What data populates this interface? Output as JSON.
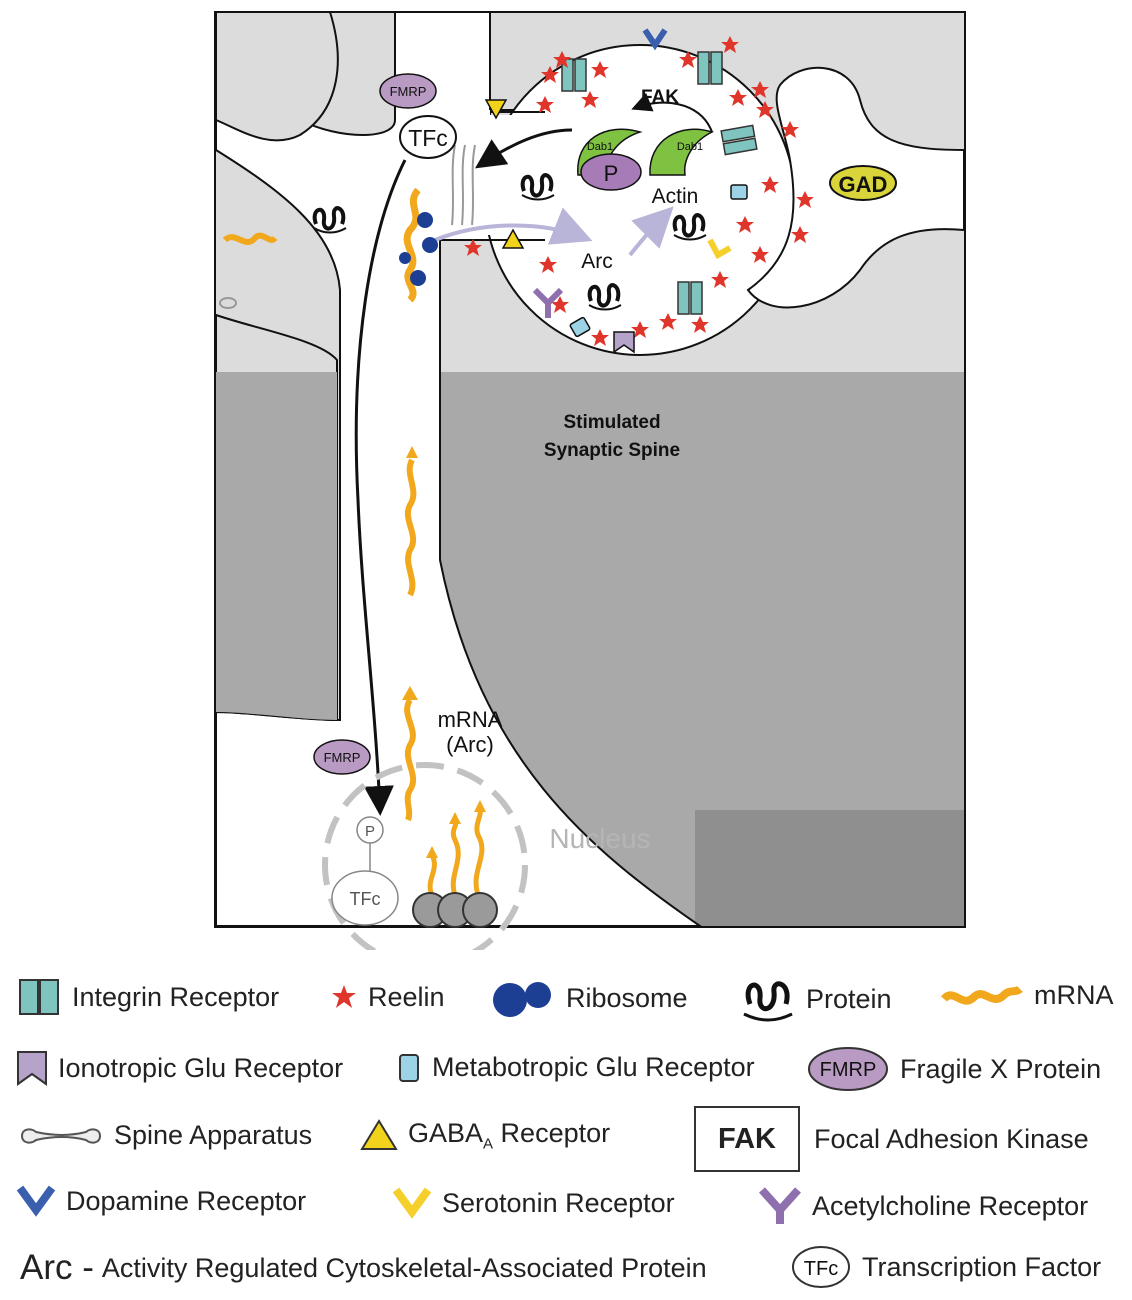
{
  "diagram": {
    "labels": {
      "fmrp_top": "FMRP",
      "tfc_top": "TFc",
      "fak": "FAK",
      "dab1_left": "Dab1",
      "dab1_right": "Dab1",
      "p_center": "P",
      "actin": "Actin",
      "arc": "Arc",
      "gad": "GAD",
      "stimulated_line1": "Stimulated",
      "stimulated_line2": "Synaptic Spine",
      "mrna_line1": "mRNA",
      "mrna_line2": "(Arc)",
      "fmrp_bottom": "FMRP",
      "p_bottom": "P",
      "tfc_bottom": "TFc",
      "nucleus": "Nucleus"
    }
  },
  "legend": {
    "integrin": "Integrin Receptor",
    "reelin": "Reelin",
    "ribosome": "Ribosome",
    "protein": "Protein",
    "mrna": "mRNA",
    "ionotropic": "Ionotropic Glu Receptor",
    "metabotropic": "Metabotropic Glu Receptor",
    "fmrp_icon": "FMRP",
    "fragile_x": "Fragile X Protein",
    "spine_apparatus": "Spine Apparatus",
    "gaba_main": "GABA",
    "gaba_sub": "A",
    "gaba_rest": " Receptor",
    "fak_box": "FAK",
    "focal_adhesion": "Focal Adhesion Kinase",
    "dopamine": "Dopamine Receptor",
    "serotonin": "Serotonin Receptor",
    "acetylcholine": "Acetylcholine Receptor",
    "arc_abbrev": "Arc -",
    "arc_full": "Activity Regulated Cytoskeletal-Associated Protein",
    "tfc_icon": "TFc",
    "transcription": "Transcription Factor"
  },
  "colors": {
    "integrin": "#7fc4bf",
    "reelin": "#e0352b",
    "ribosome": "#1c3f94",
    "mrna": "#f2a81d",
    "ionotropic": "#b5a3c9",
    "metabotropic": "#9dd3e6",
    "fmrp": "#b89ac2",
    "gaba": "#f2d31b",
    "dopamine": "#3a5fae",
    "serotonin": "#f5cf2a",
    "acetylcholine": "#8f6fae",
    "dab1": "#7fc241",
    "p": "#a77bb5",
    "gad": "#d8d43a",
    "bg_light": "#dcdcdc",
    "bg_dark": "#a9a9a9"
  }
}
